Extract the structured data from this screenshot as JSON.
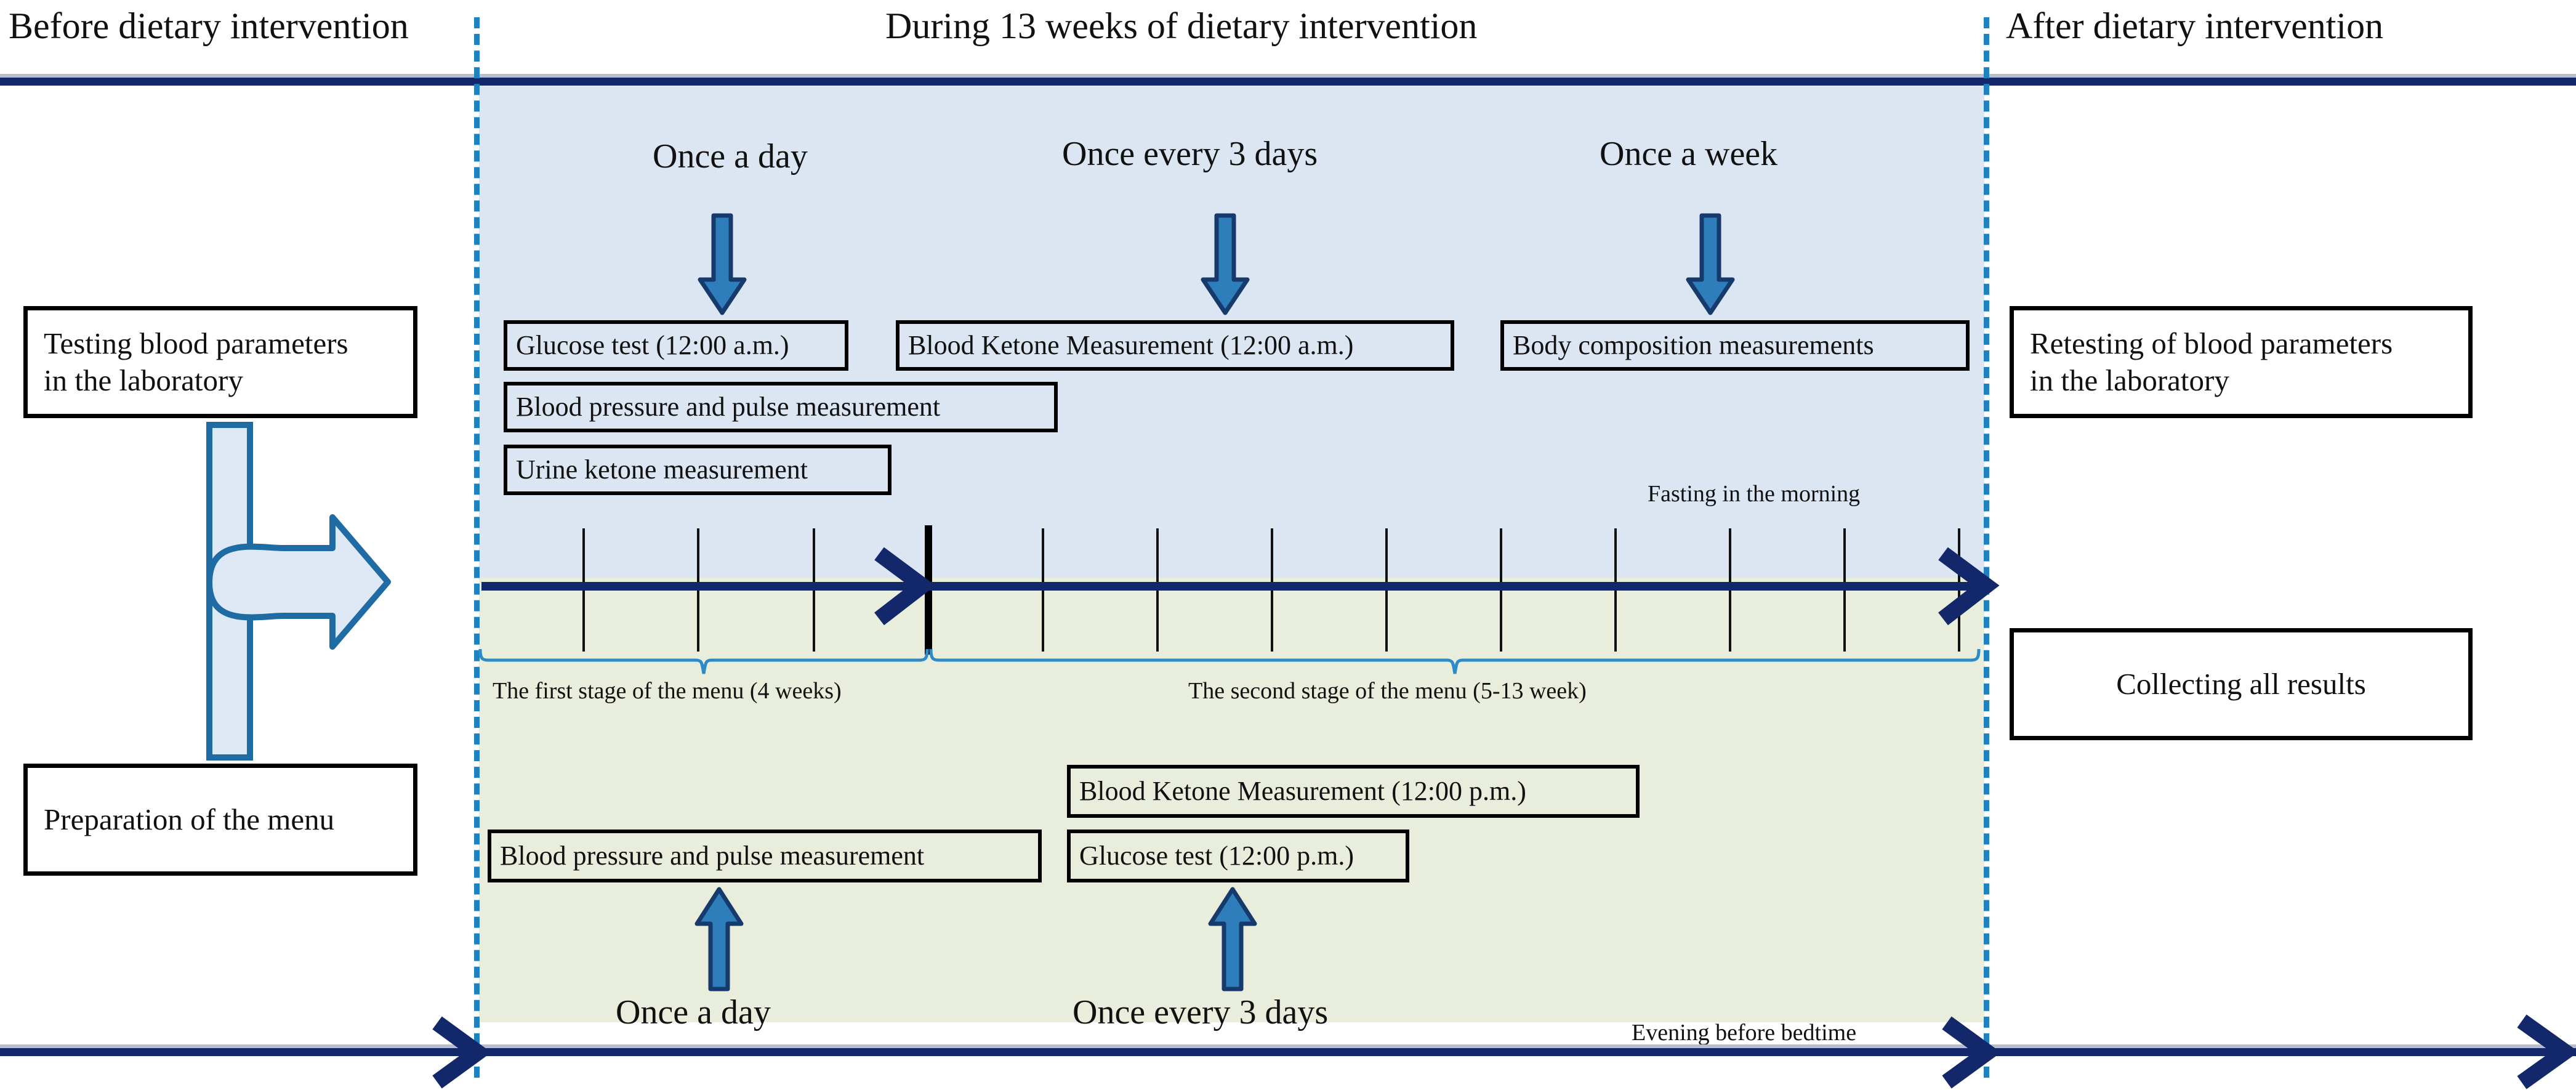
{
  "figure": {
    "type": "study-timeline-diagram",
    "title_row": {
      "before": "Before dietary intervention",
      "during": "During 13 weeks of dietary intervention",
      "after": "After dietary intervention"
    }
  },
  "before_column": {
    "boxes": [
      {
        "text_line1": "Testing blood parameters",
        "text_line2": "in the laboratory"
      },
      {
        "text_line1": "Preparation of the menu",
        "text_line2": ""
      }
    ],
    "connector_icon": "bent-arrow-right-icon"
  },
  "after_column": {
    "boxes": [
      {
        "text_line1": "Retesting of blood parameters",
        "text_line2": "in the laboratory"
      },
      {
        "text_line1": "Collecting all results",
        "text_line2": ""
      }
    ]
  },
  "morning_section": {
    "band_color": "#dbe6f2",
    "period_note": "Fasting in the morning",
    "groups": [
      {
        "frequency": "Once a day",
        "arrow": "down-arrow-icon",
        "measurements": [
          "Glucose test (12:00 a.m.)",
          "Blood pressure and pulse measurement",
          "Urine ketone measurement"
        ]
      },
      {
        "frequency": "Once every 3 days",
        "arrow": "down-arrow-icon",
        "measurements": [
          "Blood Ketone Measurement (12:00 a.m.)"
        ]
      },
      {
        "frequency": "Once a week",
        "arrow": "down-arrow-icon",
        "measurements": [
          "Body composition measurements"
        ]
      }
    ]
  },
  "evening_section": {
    "band_color": "#e9eddb",
    "period_note": "Evening before bedtime",
    "groups": [
      {
        "frequency": "Once a day",
        "arrow": "up-arrow-icon",
        "measurements": [
          "Blood pressure and pulse measurement"
        ]
      },
      {
        "frequency": "Once every 3 days",
        "arrow": "up-arrow-icon",
        "measurements": [
          "Blood Ketone Measurement (12:00 p.m.)",
          "Glucose test (12:00 p.m.)"
        ]
      }
    ]
  },
  "timeline": {
    "stage_labels": {
      "stage1": "The first stage of the menu (4 weeks)",
      "stage2": "The second stage of the menu (5-13 week)"
    },
    "total_weeks": 13,
    "stage1_weeks": 4,
    "stage2_weeks": "5-13",
    "tick_count": 13,
    "major_tick_at_week": 4,
    "axis_arrow": "right-arrow-icon"
  },
  "colors": {
    "navy": "#13276b",
    "accent_blue": "#1f82c0",
    "arrow_fill": "#2e7ebb",
    "arrow_stroke": "#173a6d",
    "morning_band": "#dbe6f2",
    "evening_band": "#e9eddb",
    "box_border": "#000000"
  }
}
